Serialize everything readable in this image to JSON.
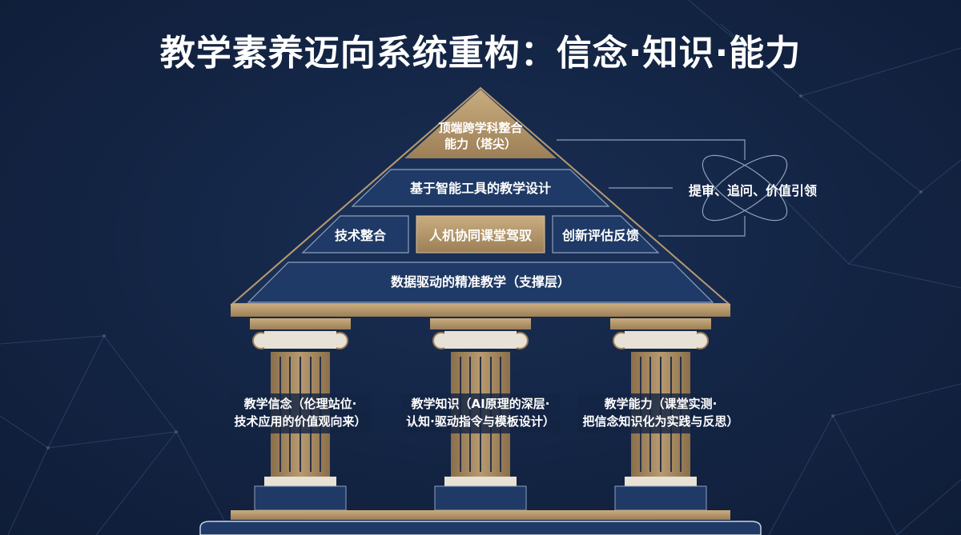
{
  "title": "教学素养迈向系统重构：信念·知识·能力",
  "pyramid": {
    "apex_line1": "顶端跨学科整合",
    "apex_line2": "能力（塔尖）",
    "tier2": "基于智能工具的教学设计",
    "tier3_left": "技术整合",
    "tier3_center": "人机协同课堂驾驭",
    "tier3_right": "创新评估反馈",
    "base": "数据驱动的精准教学（支撑层）"
  },
  "side_note": "提审、追问、价值引领",
  "pillars": [
    {
      "line1": "教学信念（伦理站位·",
      "line2": "技术应用的价值观向来）"
    },
    {
      "line1": "教学知识（AI原理的深层·",
      "line2": "认知·驱动指令与模板设计）"
    },
    {
      "line1": "教学能力（课堂实测·",
      "line2": "把信念知识化为实践与反思）"
    }
  ],
  "colors": {
    "background": "#132443",
    "panel": "#1f3a66",
    "gold": "#b89a6e",
    "white": "#ffffff"
  }
}
